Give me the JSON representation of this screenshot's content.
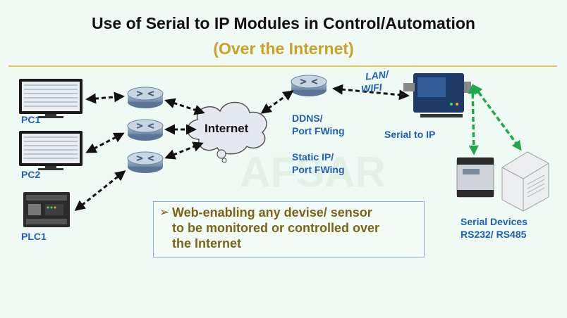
{
  "title": "Use of Serial to IP Modules in Control/Automation",
  "subtitle": "(Over the Internet)",
  "watermark": "AFSAR",
  "labels": {
    "pc1": "PC1",
    "pc2": "PC2",
    "plc1": "PLC1",
    "internet": "Internet",
    "lan_wifi_1": "LAN/",
    "lan_wifi_2": "WIFI",
    "ddns_1": "DDNS/",
    "ddns_2": "Port FWing",
    "static_1": "Static IP/",
    "static_2": "Port FWing",
    "serial_to_ip": "Serial to IP",
    "serial_devices_1": "Serial Devices",
    "serial_devices_2": "RS232/ RS485"
  },
  "callout": {
    "bullet": "➢",
    "line1": "Web-enabling any devise/ sensor",
    "line2": "to be monitored or controlled over",
    "line3": "the Internet"
  },
  "colors": {
    "title": "#111111",
    "subtitle": "#c9a227",
    "label": "#1f5fb5",
    "callout_text": "#7a6418",
    "green_link": "#22a84a"
  }
}
